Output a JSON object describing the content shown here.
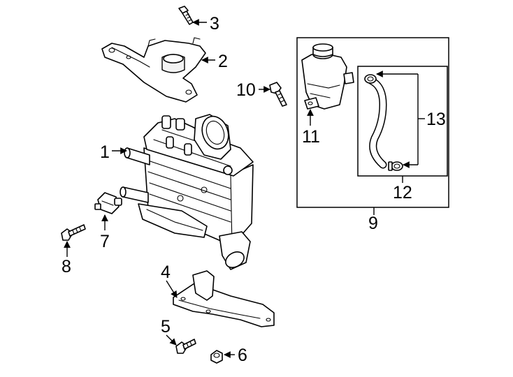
{
  "callouts": {
    "c1": "1",
    "c2": "2",
    "c3": "3",
    "c4": "4",
    "c5": "5",
    "c6": "6",
    "c7": "7",
    "c8": "8",
    "c9": "9",
    "c10": "10",
    "c11": "11",
    "c12": "12",
    "c13": "13"
  },
  "icons": {
    "intercooler": "intercooler-assembly-icon",
    "bracket": "upper-bracket-icon",
    "bolt": "bolt-icon",
    "lower_bracket": "lower-bracket-icon",
    "nut": "nut-icon",
    "sensor": "sensor-icon",
    "reservoir": "coolant-reservoir-icon",
    "hose": "hose-icon",
    "clamp": "hose-clamp-icon"
  }
}
